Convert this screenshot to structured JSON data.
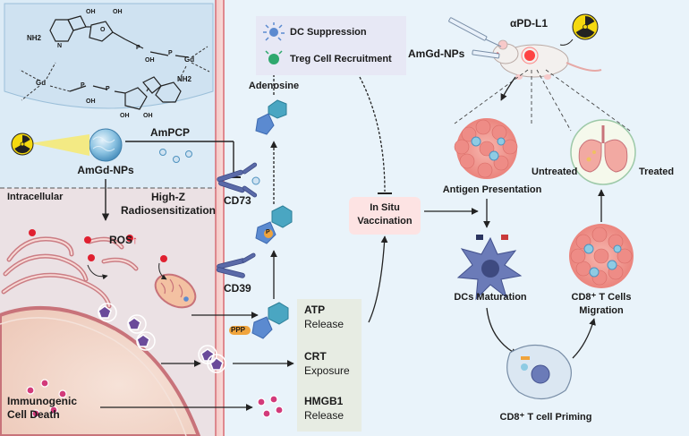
{
  "chem": {
    "nh2_a": "NH2",
    "nh2_b": "NH2",
    "oh_1": "OH",
    "oh_2": "OH",
    "oh_3": "OH",
    "oh_4": "OH",
    "oh_5": "OH",
    "oh_6": "OH",
    "gd_1": "Gd",
    "gd_2": "Gd",
    "p_1": "P",
    "p_2": "P",
    "p_3": "P",
    "p_4": "P",
    "n_letter": "N",
    "o_letter": "O"
  },
  "left": {
    "amgd_label": "AmGd-NPs",
    "ampcp_label": "AmPCP",
    "intracellular_label": "Intracellular",
    "high_z_line1": "High-Z",
    "high_z_line2": "Radiosensitization",
    "ros_label": "ROS",
    "ros_arrow": "↑",
    "icd_line1": "Immunogenic",
    "icd_line2": "Cell Death"
  },
  "middle": {
    "cd73_label": "CD73",
    "cd39_label": "CD39",
    "adenosine_label": "Adenosine",
    "dc_suppression": "DC  Suppression",
    "treg_recruitment": "Treg Cell Recruitment",
    "phosphate_p": "P",
    "phosphate_ppp": "PPP",
    "atp_title": "ATP",
    "atp_sub": "Release",
    "crt_title": "CRT",
    "crt_sub": "Exposure",
    "hmgb1_title": "HMGB1",
    "hmgb1_sub": "Release",
    "vaccination_line1": "In Situ",
    "vaccination_line2": "Vaccination"
  },
  "right": {
    "apdl1_label": "αPD-L1",
    "amgd_mouse_label": "AmGd-NPs",
    "antigen_presentation": "Antigen Presentation",
    "untreated": "Untreated",
    "treated": "Treated",
    "dcs_maturation": "DCs Maturation",
    "cd8_migration_line1": "CD8⁺ T Cells",
    "cd8_migration_line2": "Migration",
    "cd8_priming": "CD8⁺ T cell Priming"
  },
  "colors": {
    "left_panel": "#dcebf6",
    "right_panel": "#e9f3fa",
    "membrane": "#d9747c",
    "cd_receptor": "#5a6aa8",
    "adenosine_pentagon": "#5b8ad0",
    "adenosine_hexagon": "#4aa6c2",
    "ros": "#e02030",
    "hmgb1": "#d23a7a",
    "release_box": "#e7ece3",
    "vaccination_box": "#fde3e3",
    "dc_box": "#e7e8f5"
  }
}
